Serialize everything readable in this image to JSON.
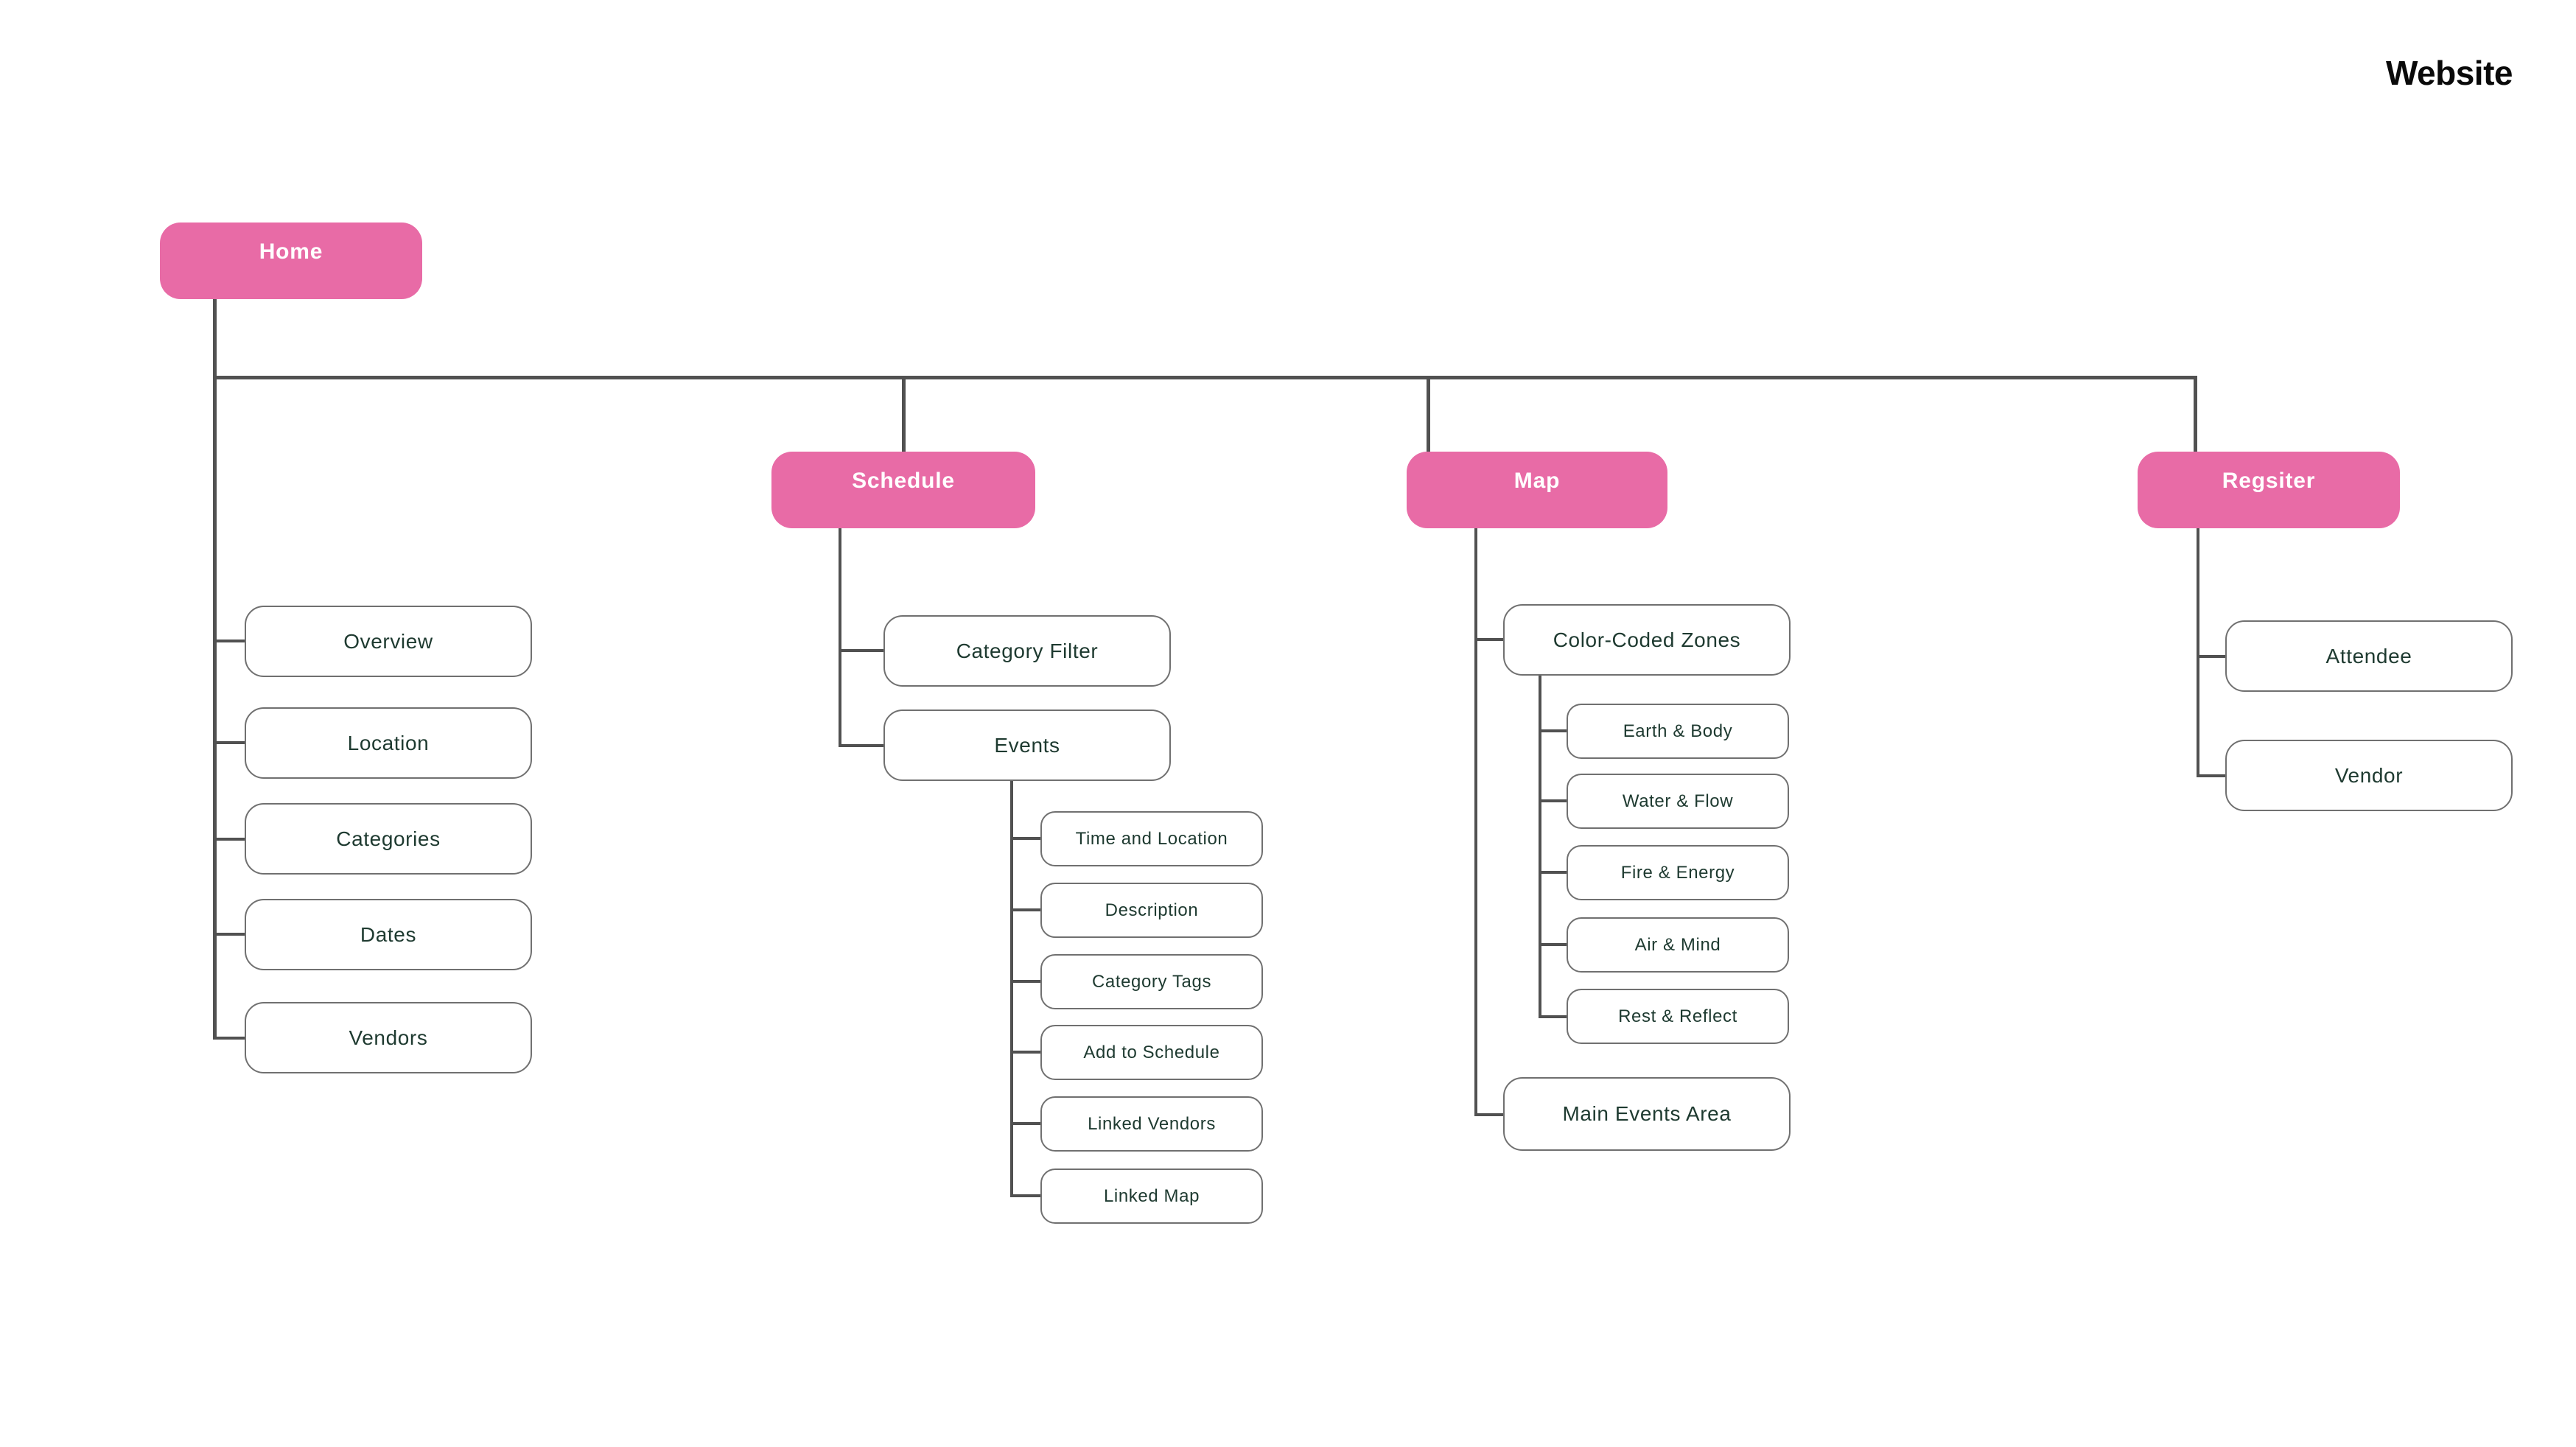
{
  "page": {
    "title_logo": "Website"
  },
  "palette": {
    "node_pink": "#E86BA6",
    "node_text": "#FFFFFF",
    "box_border": "#707070",
    "box_text": "#1E3A30",
    "connector": "#515151",
    "background": "#FFFFFF"
  },
  "sitemap": {
    "root": {
      "label": "Home"
    },
    "home_children": [
      "Overview",
      "Location",
      "Categories",
      "Dates",
      "Vendors"
    ],
    "branches": [
      {
        "label": "Schedule",
        "children": [
          {
            "label": "Category Filter"
          },
          {
            "label": "Events",
            "children": [
              "Time and Location",
              "Description",
              "Category Tags",
              "Add to Schedule",
              "Linked Vendors",
              "Linked Map"
            ]
          }
        ]
      },
      {
        "label": "Map",
        "children": [
          {
            "label": "Color-Coded Zones",
            "children": [
              "Earth & Body",
              "Water & Flow",
              "Fire & Energy",
              "Air & Mind",
              "Rest & Reflect"
            ]
          },
          {
            "label": "Main Events Area"
          }
        ]
      },
      {
        "label": "Regsiter",
        "children": [
          {
            "label": "Attendee"
          },
          {
            "label": "Vendor"
          }
        ]
      }
    ]
  }
}
